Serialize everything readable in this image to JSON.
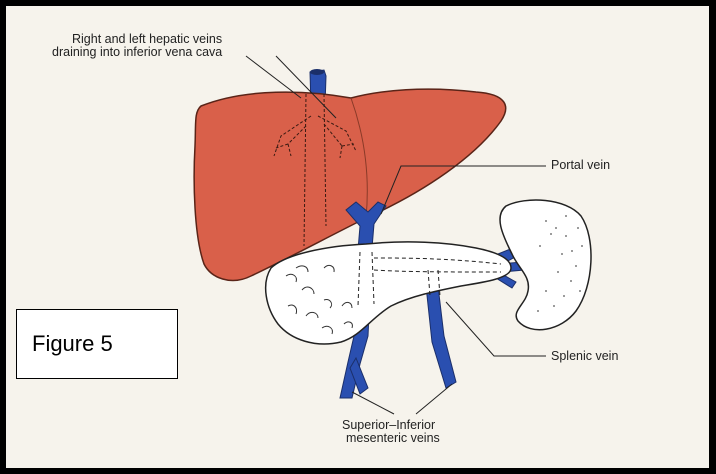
{
  "figure": {
    "label": "Figure 5"
  },
  "labels": {
    "hepatic_line1": "Right and left hepatic veins",
    "hepatic_line2": "draining into inferior vena cava",
    "portal": "Portal vein",
    "splenic": "Splenic vein",
    "mesenteric_line1": "Superior–Inferior",
    "mesenteric_line2": "mesenteric veins"
  },
  "colors": {
    "liver": "#d9604a",
    "vein": "#2a4fb0",
    "pancreas": "#ffffff",
    "background": "#f6f3ec",
    "border": "#000000"
  }
}
